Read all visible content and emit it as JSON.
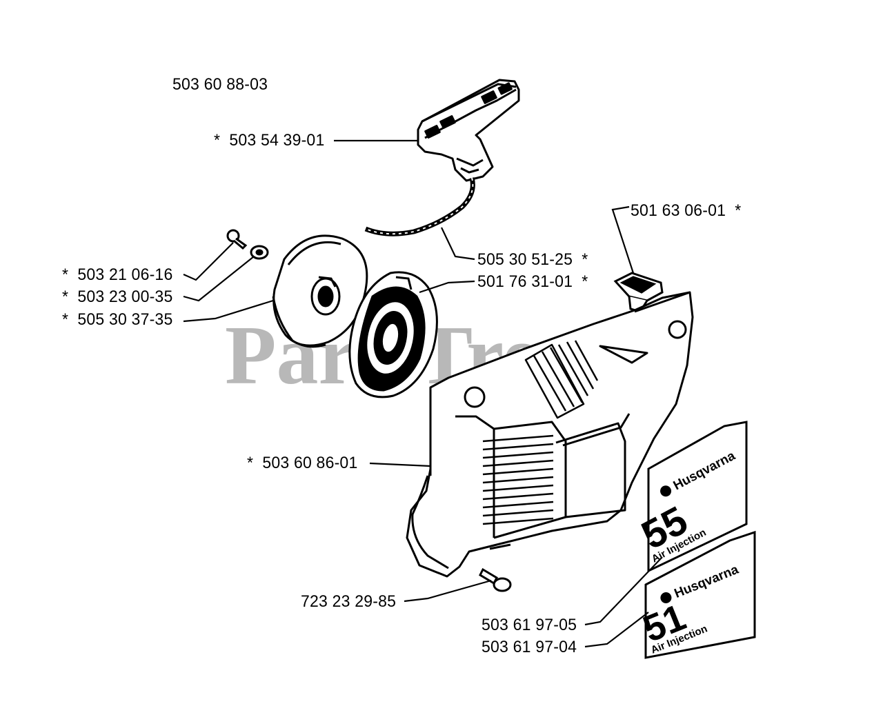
{
  "diagram": {
    "assembly_number": "503 60 88-03",
    "watermark": "PartsTree",
    "watermark_tm": "TM",
    "colors": {
      "ink": "#000000",
      "paper": "#ffffff",
      "watermark": "#b8b8b8"
    }
  },
  "parts": [
    {
      "id": "handle",
      "label": "*  503 54 39-01"
    },
    {
      "id": "valve",
      "label": "501 63 06-01  *"
    },
    {
      "id": "rope",
      "label": "505 30 51-25  *"
    },
    {
      "id": "screw",
      "label": "*  503 21 06-16"
    },
    {
      "id": "washer",
      "label": "*  503 23 00-35"
    },
    {
      "id": "pulley",
      "label": "*  505 30 37-35"
    },
    {
      "id": "spring",
      "label": "501 76 31-01  *"
    },
    {
      "id": "cover",
      "label": "*  503 60 86-01"
    },
    {
      "id": "bolt",
      "label": "723 23 29-85"
    },
    {
      "id": "decal-55",
      "label": "503 61 97-05"
    },
    {
      "id": "decal-51",
      "label": "503 61 97-04"
    }
  ],
  "decals": [
    {
      "brand": "Husqvarna",
      "model": "55",
      "caption": "Air Injection"
    },
    {
      "brand": "Husqvarna",
      "model": "51",
      "caption": "Air Injection"
    }
  ]
}
